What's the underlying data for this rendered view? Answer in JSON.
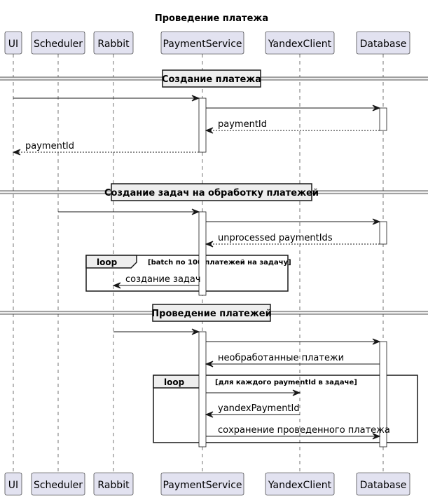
{
  "title": "Проведение платежа",
  "colors": {
    "participant_fill": "#E2E2F0",
    "participant_border": "#181818",
    "lifeline": "#181818",
    "divider_fill": "#EEEEEE",
    "activation_fill": "#FFFFFF"
  },
  "participants": [
    {
      "id": "ui",
      "label": "UI"
    },
    {
      "id": "scheduler",
      "label": "Scheduler"
    },
    {
      "id": "rabbit",
      "label": "Rabbit"
    },
    {
      "id": "payment",
      "label": "PaymentService"
    },
    {
      "id": "yandex",
      "label": "YandexClient"
    },
    {
      "id": "db",
      "label": "Database"
    }
  ],
  "sections": [
    {
      "label": "Создание платежа"
    },
    {
      "label": "Создание задач на обработку платежей"
    },
    {
      "label": "Проведение платежей"
    }
  ],
  "loops": [
    {
      "keyword": "loop",
      "guard": "[batch по 100 платежей на задачу]"
    },
    {
      "keyword": "loop",
      "guard": "[для каждого paymentId в задаче]"
    }
  ],
  "messages": [
    {
      "from": "ui",
      "to": "payment",
      "label": "",
      "dashed": false
    },
    {
      "from": "payment",
      "to": "db",
      "label": "",
      "dashed": false
    },
    {
      "from": "db",
      "to": "payment",
      "label": "paymentId",
      "dashed": true
    },
    {
      "from": "payment",
      "to": "ui",
      "label": "paymentId",
      "dashed": true
    },
    {
      "from": "scheduler",
      "to": "payment",
      "label": "",
      "dashed": false
    },
    {
      "from": "payment",
      "to": "db",
      "label": "",
      "dashed": false
    },
    {
      "from": "db",
      "to": "payment",
      "label": "unprocessed paymentIds",
      "dashed": true
    },
    {
      "from": "payment",
      "to": "rabbit",
      "label": "создание задач",
      "dashed": false
    },
    {
      "from": "rabbit",
      "to": "payment",
      "label": "",
      "dashed": false
    },
    {
      "from": "payment",
      "to": "db",
      "label": "",
      "dashed": false
    },
    {
      "from": "db",
      "to": "payment",
      "label": "необработанные платежи",
      "dashed": false
    },
    {
      "from": "payment",
      "to": "yandex",
      "label": "",
      "dashed": false
    },
    {
      "from": "yandex",
      "to": "payment",
      "label": "yandexPaymentId",
      "dashed": false
    },
    {
      "from": "payment",
      "to": "db",
      "label": "сохранение проведенного платежа",
      "dashed": false
    }
  ]
}
